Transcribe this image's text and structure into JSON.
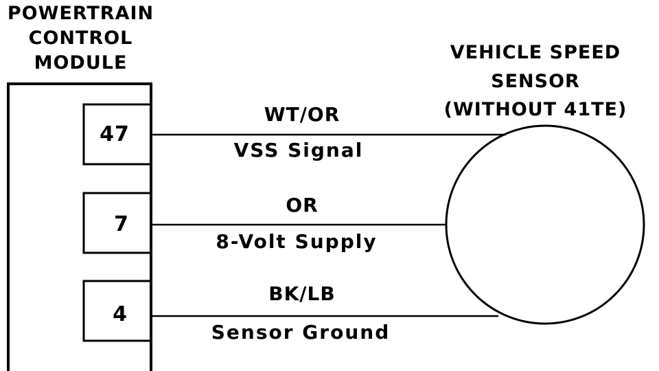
{
  "pcm": {
    "title_lines": [
      "POWERTRAIN",
      "CONTROL",
      "MODULE"
    ]
  },
  "sensor": {
    "title_lines": [
      "VEHICLE SPEED",
      "SENSOR",
      "(WITHOUT 41TE)"
    ]
  },
  "circuits": [
    {
      "pin": "47",
      "wire_color": "WT/OR",
      "function": "VSS Signal"
    },
    {
      "pin": "7",
      "wire_color": "OR",
      "function": "8-Volt Supply"
    },
    {
      "pin": "4",
      "wire_color": "BK/LB",
      "function": "Sensor Ground"
    }
  ],
  "colors": {
    "line": "#000000",
    "background": "#ffffff"
  }
}
